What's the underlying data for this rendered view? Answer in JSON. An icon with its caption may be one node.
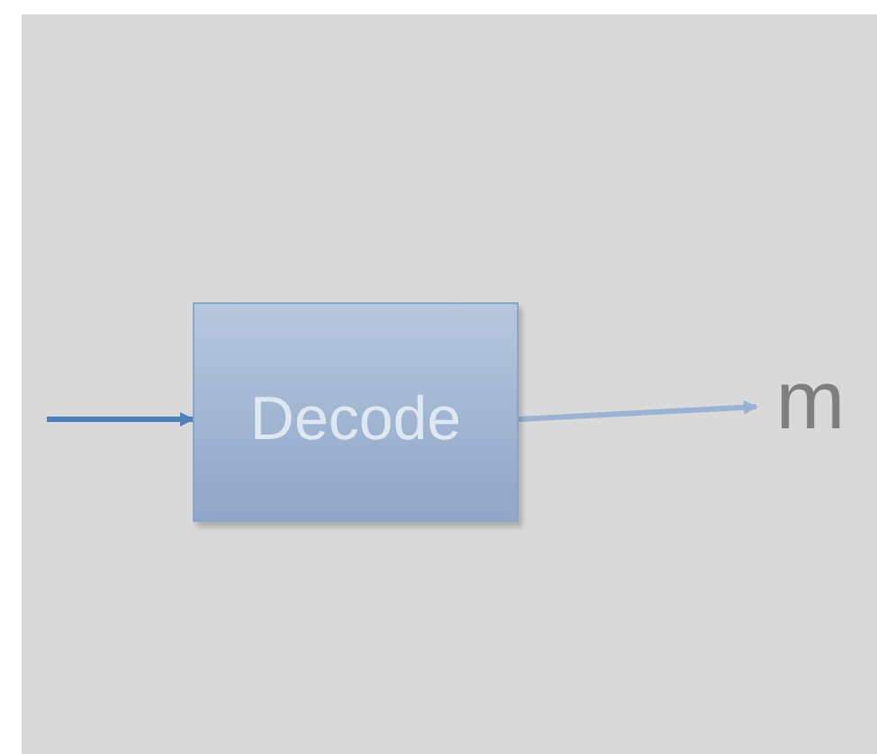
{
  "diagram": {
    "nodes": [
      {
        "text": [
          "Decode"
        ]
      },
      {
        "text": [
          "m"
        ]
      }
    ],
    "edges": [
      {
        "from": null,
        "to": 0,
        "arrow": "to"
      },
      {
        "from": 0,
        "to": 1,
        "arrow": "to",
        "color": "#9ab2d4"
      }
    ]
  }
}
